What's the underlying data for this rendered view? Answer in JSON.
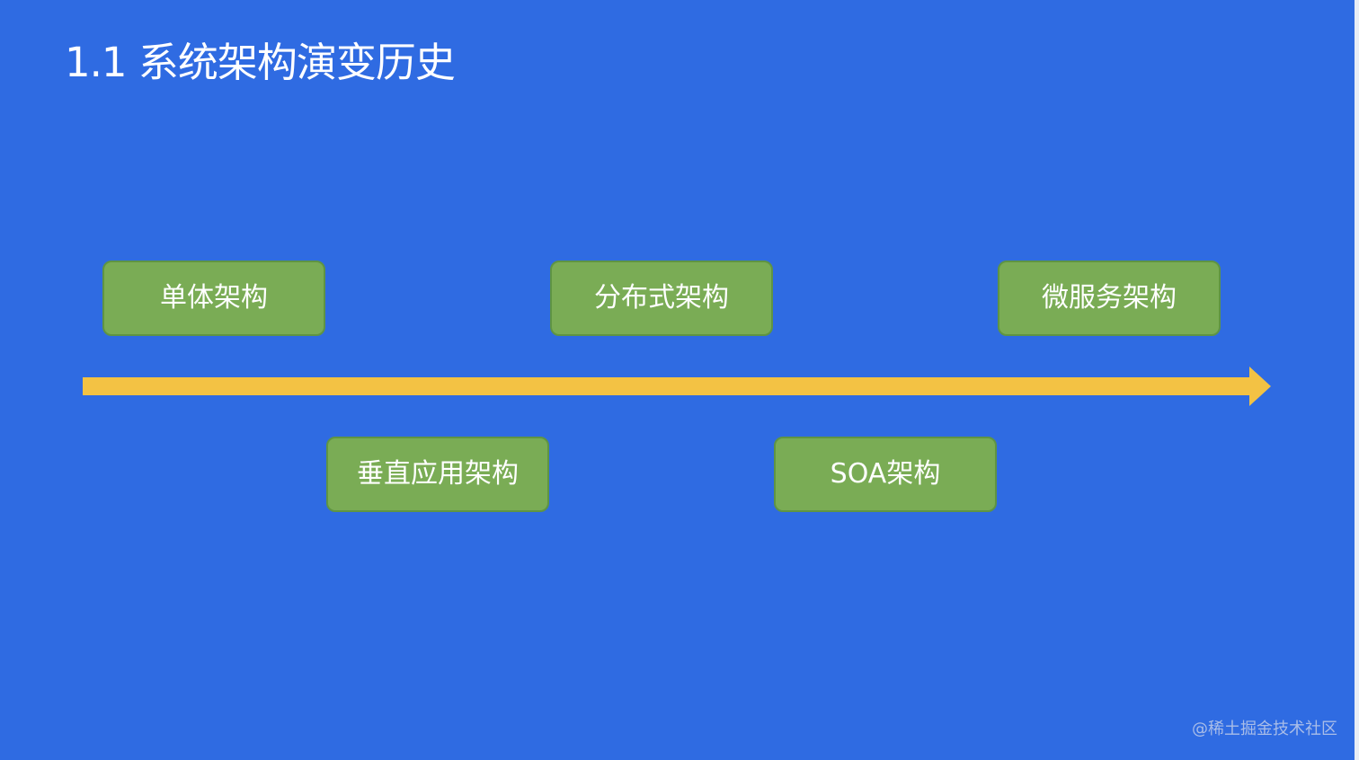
{
  "title": "1.1 系统架构演变历史",
  "stages_top": [
    {
      "label": "单体架构"
    },
    {
      "label": "分布式架构"
    },
    {
      "label": "微服务架构"
    }
  ],
  "stages_bottom": [
    {
      "label": "垂直应用架构"
    },
    {
      "label": "SOA架构"
    }
  ],
  "watermark": "@稀土掘金技术社区",
  "colors": {
    "background": "#2f6be2",
    "box_fill": "#7aac55",
    "box_border": "#5f9443",
    "arrow": "#f3c244",
    "text": "#ffffff"
  }
}
